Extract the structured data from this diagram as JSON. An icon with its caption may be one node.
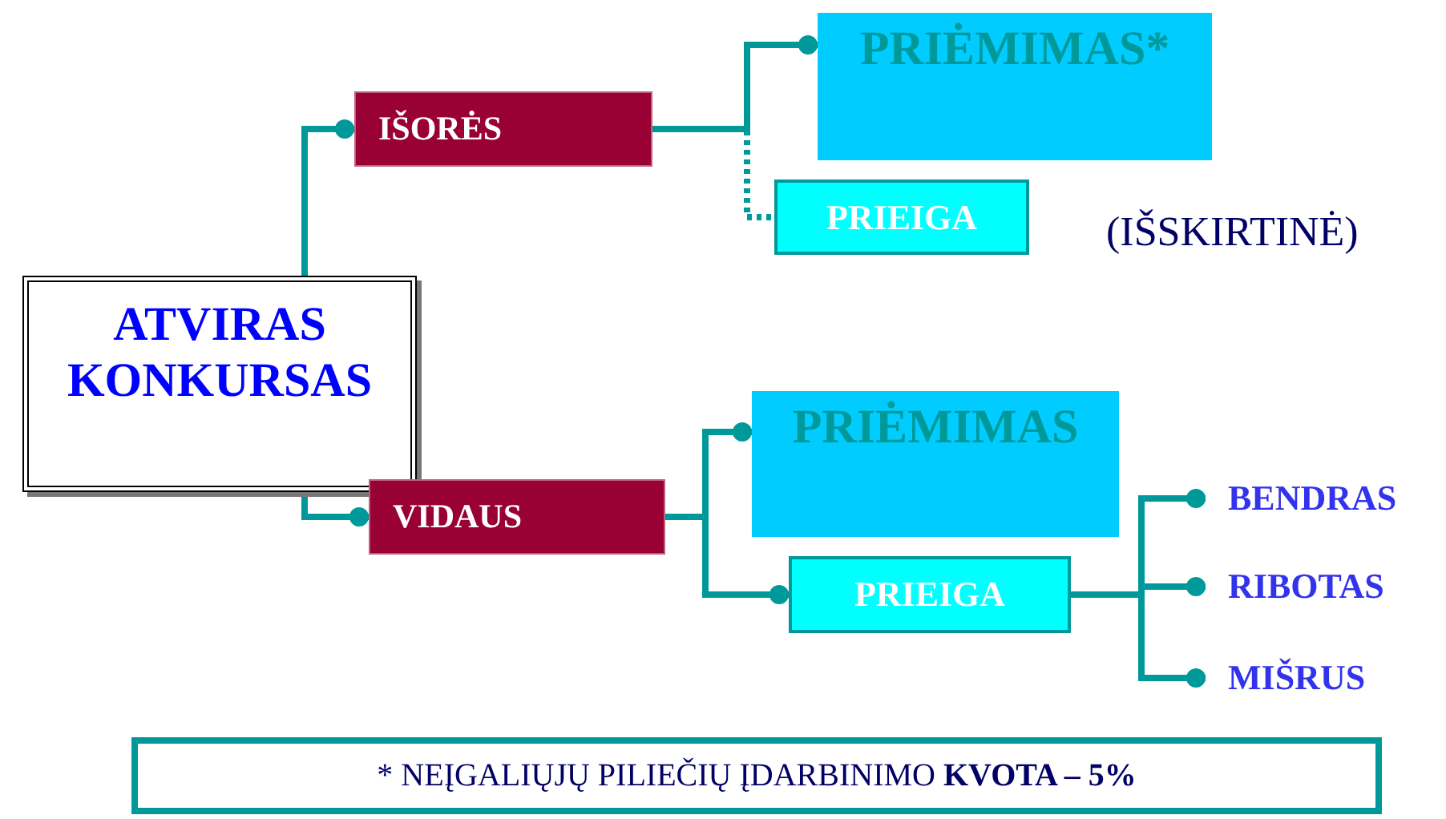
{
  "diagram": {
    "nodes": [
      {
        "text": [
          "ATVIRAS KONKURSAS"
        ]
      },
      {
        "text": [
          "IŠORĖS"
        ]
      },
      {
        "text": [
          "PRIĖMIMAS*"
        ]
      },
      {
        "text": [
          "PRIEIGA"
        ]
      },
      {
        "text": [
          "VIDAUS"
        ]
      },
      {
        "text": [
          "PRIĖMIMAS"
        ]
      },
      {
        "text": [
          "PRIEIGA"
        ]
      },
      {
        "text": [
          "BENDRAS"
        ]
      },
      {
        "text": [
          "RIBOTAS"
        ]
      },
      {
        "text": [
          "MIŠRUS"
        ]
      },
      {
        "text": [
          "* NEĮGALIŲJŲ PILIEČIŲ ĮDARBINIMO **KVOTA – 5%**"
        ]
      }
    ],
    "edges": [
      {
        "from": 0,
        "to": 1,
        "arrow": "other"
      },
      {
        "from": 1,
        "to": 2,
        "arrow": "other"
      },
      {
        "from": 1,
        "to": 3,
        "arrow": "none",
        "style": "dashed"
      },
      {
        "from": 0,
        "to": 4,
        "arrow": "other"
      },
      {
        "from": 4,
        "to": 5,
        "arrow": "other"
      },
      {
        "from": 4,
        "to": 6,
        "arrow": "other"
      },
      {
        "from": 6,
        "to": 7,
        "arrow": "other"
      },
      {
        "from": 6,
        "to": 8,
        "arrow": "other"
      },
      {
        "from": 6,
        "to": 9,
        "arrow": "other"
      }
    ],
    "labels": [
      "(IŠSKIRTINĖ)"
    ]
  }
}
